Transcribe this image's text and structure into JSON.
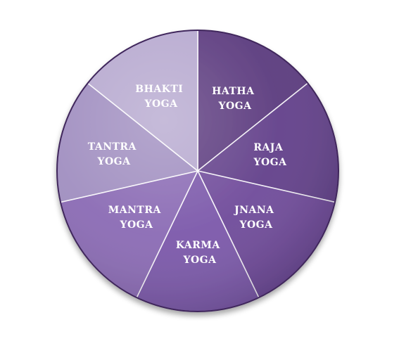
{
  "diagram": {
    "segments": [
      {
        "id": "hatha",
        "line1": "HATHA",
        "line2": "YOGA",
        "color": "#5b3a7e"
      },
      {
        "id": "raja",
        "line1": "RAJA",
        "line2": "YOGA",
        "color": "#62408a"
      },
      {
        "id": "jnana",
        "line1": "JNANA",
        "line2": "YOGA",
        "color": "#6f4a9a"
      },
      {
        "id": "karma",
        "line1": "KARMA",
        "line2": "YOGA",
        "color": "#7b58aa"
      },
      {
        "id": "mantra",
        "line1": "MANTRA",
        "line2": "YOGA",
        "color": "#8a6ab4"
      },
      {
        "id": "tantra",
        "line1": "TANTRA",
        "line2": "YOGA",
        "color": "#a08ec0"
      },
      {
        "id": "bhakti",
        "line1": "BHAKTI",
        "line2": "YOGA",
        "color": "#b6a8cf"
      }
    ],
    "rim_color": "#3f275c"
  }
}
